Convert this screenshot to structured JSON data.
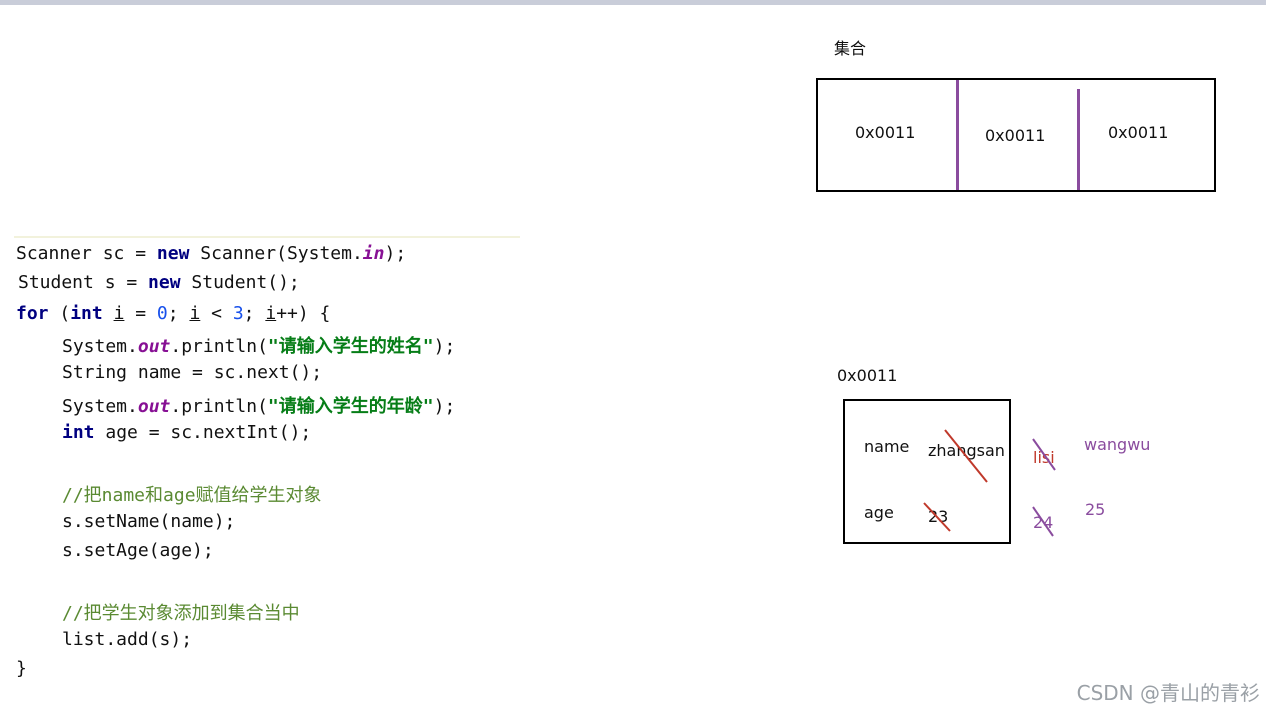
{
  "code": {
    "l1": {
      "a": "Scanner sc = ",
      "kw": "new",
      "b": " Scanner(System.",
      "field": "in",
      "c": ");"
    },
    "l2": {
      "a": "Student s = ",
      "kw": "new",
      "b": " Student();"
    },
    "l3": {
      "kw_for": "for",
      "p1": " (",
      "kw_int": "int",
      "sp": " ",
      "i1": "i",
      "p2": " = ",
      "n0": "0",
      "p3": "; ",
      "i2": "i",
      "p4": " < ",
      "n3": "3",
      "p5": "; ",
      "i3": "i",
      "p6": "++) {"
    },
    "l4": {
      "a": "System.",
      "field": "out",
      "b": ".println(",
      "str": "\"请输入学生的姓名\"",
      "c": ");"
    },
    "l5": {
      "a": "String name = sc.next();"
    },
    "l6": {
      "a": "System.",
      "field": "out",
      "b": ".println(",
      "str": "\"请输入学生的年龄\"",
      "c": ");"
    },
    "l7": {
      "kw": "int",
      "a": " age = sc.nextInt();"
    },
    "c1": "//把name和age赋值给学生对象",
    "l8": "s.setName(name);",
    "l9": "s.setAge(age);",
    "c2": "//把学生对象添加到集合当中",
    "l10": "list.add(s);",
    "l11": "}"
  },
  "collection": {
    "title": "集合",
    "cells": [
      "0x0011",
      "0x0011",
      "0x0011"
    ]
  },
  "object": {
    "address": "0x0011",
    "name_label": "name",
    "name_value": "zhangsan",
    "age_label": "age",
    "age_value": "23"
  },
  "overwrites": {
    "name_2": "lisi",
    "name_3": "wangwu",
    "age_2": "24",
    "age_3": "25"
  },
  "colors": {
    "purple": "#8a4c9e",
    "red": "#c0392b"
  },
  "watermark": "CSDN @青山的青衫"
}
